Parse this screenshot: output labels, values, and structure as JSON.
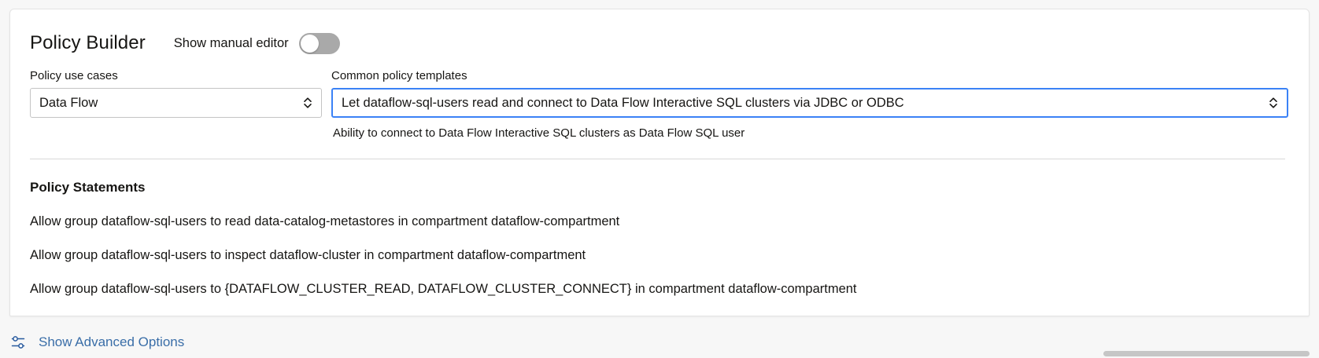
{
  "card": {
    "title": "Policy Builder",
    "manual_editor": {
      "label": "Show manual editor",
      "toggle_state": "off",
      "toggle_name": "show-manual-editor-toggle"
    },
    "policy_use_cases": {
      "label": "Policy use cases",
      "value": "Data Flow",
      "icon": "stepper-chevron-icon"
    },
    "common_policy_templates": {
      "label": "Common policy templates",
      "value": "Let dataflow-sql-users read and connect to Data Flow Interactive SQL clusters via JDBC or ODBC",
      "help_text": "Ability to connect to Data Flow Interactive SQL clusters as Data Flow SQL user",
      "icon": "stepper-chevron-icon",
      "focused": true
    },
    "policy_statements": {
      "title": "Policy Statements",
      "lines": [
        "Allow group dataflow-sql-users to read data-catalog-metastores in compartment dataflow-compartment",
        "Allow group dataflow-sql-users to inspect dataflow-cluster in compartment dataflow-compartment",
        "Allow group dataflow-sql-users to {DATAFLOW_CLUSTER_READ, DATAFLOW_CLUSTER_CONNECT} in compartment dataflow-compartment"
      ]
    }
  },
  "advanced_options": {
    "label": "Show Advanced Options",
    "icon": "sliders-icon"
  },
  "colors": {
    "focus_border": "#3b82f6",
    "link": "#3a6ea8",
    "toggle_track_off": "#a9a9a9",
    "page_background": "#f7f7f7",
    "card_background": "#ffffff",
    "divider": "#d8d8d8",
    "text": "#161513"
  }
}
